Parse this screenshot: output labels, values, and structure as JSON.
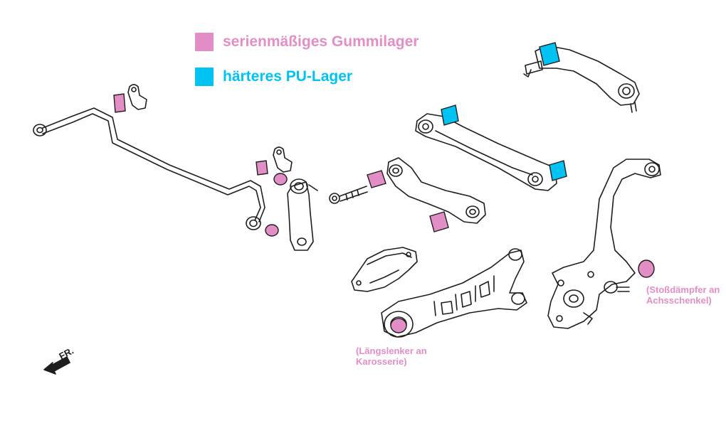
{
  "legend": {
    "stock": {
      "label": "serienmäßiges Gummilager",
      "color": "#e38ec6"
    },
    "pu": {
      "label": "härteres PU-Lager",
      "color": "#00c3f3"
    }
  },
  "notes": {
    "trailing_arm_line1": "(Längslenker an",
    "trailing_arm_line2": "Karosserie)",
    "damper_line1": "(Stoßdämpfer an",
    "damper_line2": "Achsschenkel)"
  },
  "direction": {
    "label": "FR."
  },
  "colors": {
    "outline": "#1e1e1e",
    "note_text": "#e38ec6"
  }
}
